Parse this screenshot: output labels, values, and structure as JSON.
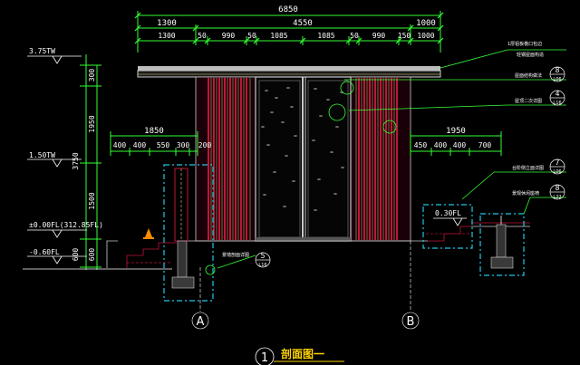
{
  "colors": {
    "background": "#000000",
    "dimension_line": "#35ff35",
    "text": "#ffffff",
    "wall": "#c0163a",
    "rib": "#e8d27a",
    "glass_frame": "#c9c9c9",
    "detail_box": "#20c8e8",
    "level_marker": "#ffffff",
    "title": "#ffd400"
  },
  "top_dims": {
    "overall": "6850",
    "row1": [
      "1300",
      "4550",
      "1000"
    ],
    "row2": [
      "1300",
      "50",
      "990",
      "50",
      "1085",
      "1085",
      "50",
      "990",
      "150",
      "1000"
    ]
  },
  "left_dims": {
    "overall": "1850",
    "parts": [
      "400",
      "400",
      "550",
      "300",
      "200"
    ]
  },
  "right_dims": {
    "overall": "1950",
    "parts": [
      "450",
      "400",
      "400",
      "700"
    ]
  },
  "levels": [
    "3.75TW",
    "1.50TW",
    "±0.00FL(312.85FL)",
    "-0.60FL",
    "0.30FL"
  ],
  "vertical_dims": [
    "300",
    "1950",
    "3750",
    "1500",
    "600",
    "600"
  ],
  "annotations": [
    {
      "text": "1厚铝板檐口包边",
      "sub": "轻钢屋面构造"
    },
    {
      "text": "屋面结构做法",
      "tag_top": "8",
      "tag_bottom": "L06"
    },
    {
      "text": "屋顶二次详图",
      "tag_top": "4",
      "tag_bottom": "L16"
    },
    {
      "text": "台阶侧立面详图",
      "tag_top": "7",
      "tag_bottom": "L06"
    },
    {
      "text": "景观休闲座椅",
      "tag_top": "8",
      "tag_bottom": "L22"
    },
    {
      "text": "景墙剖面详图",
      "tag_top": "5",
      "tag_bottom": "L16"
    }
  ],
  "grid_axes": [
    "A",
    "B"
  ],
  "section_title": {
    "number": "1",
    "text": "剖面图一"
  }
}
